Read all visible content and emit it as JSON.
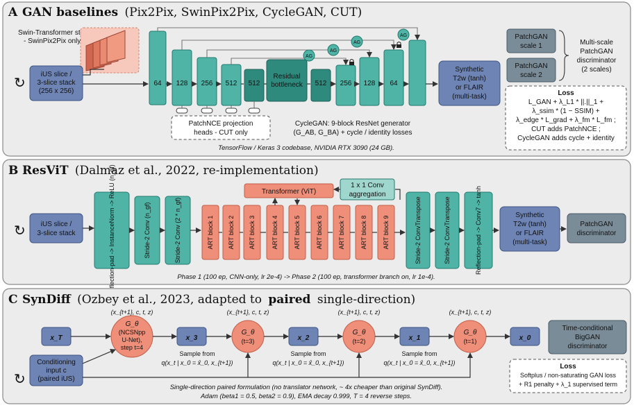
{
  "panel_a": {
    "letter": "A",
    "title_bold": "GAN baselines",
    "title_rest": "(Pix2Pix, SwinPix2Pix, CycleGAN, CUT)",
    "stem_note_1": "Swin-Transformer stem",
    "stem_note_2": "- SwinPix2Pix only",
    "input_lines": [
      "iUS slice /",
      "3-slice stack",
      "(256 x 256)"
    ],
    "unet_blocks": [
      "64",
      "128",
      "256",
      "512",
      "512",
      "512",
      "256",
      "128",
      "64"
    ],
    "bottleneck_lines": [
      "Residual",
      "bottleneck"
    ],
    "ag_label": "AG",
    "output_lines": [
      "Synthetic",
      "T2w (tanh)",
      "or FLAIR",
      "(multi-task)"
    ],
    "patchnce_lines": [
      "PatchNCE projection",
      "heads - CUT only"
    ],
    "cyclegan_lines": [
      "CycleGAN: 9-block ResNet generator",
      "(G_AB, G_BA) + cycle / identity losses"
    ],
    "footer": "TensorFlow / Keras 3 codebase, NVIDIA RTX 3090 (24 GB).",
    "patchgan_1": [
      "PatchGAN",
      "scale 1"
    ],
    "patchgan_2": [
      "PatchGAN",
      "scale 2"
    ],
    "multiscale_lines": [
      "Multi-scale",
      "PatchGAN",
      "discriminator",
      "(2 scales)"
    ],
    "loss_title": "Loss",
    "loss_lines": [
      "L_GAN + λ_L1 * ||.||_1 +",
      "λ_ssim * (1 − SSIM) +",
      "λ_edge * L_grad + λ_fm * L_fm ;",
      "CUT adds PatchNCE ;",
      "CycleGAN adds cycle + identity"
    ]
  },
  "panel_b": {
    "letter": "B",
    "title_bold": "ResViT",
    "title_rest": "(Dalmaz et al., 2022, re-implementation)",
    "input_lines": [
      "iUS slice /",
      "3-slice stack"
    ],
    "enc_blocks": [
      "Reflection-pad -> InstanceNorm -> ReLU (n_gf)",
      "Stride-2 Conv (n_gf)",
      "Stride-2 Conv (2 * n_gf)"
    ],
    "art_blocks": [
      "ART block 1",
      "ART block 2",
      "ART block 3",
      "ART block 4",
      "ART block 5",
      "ART block 6",
      "ART block 7",
      "ART block 8",
      "ART block 9"
    ],
    "transformer_label": "Transformer (ViT)",
    "agg_lines": [
      "1 x 1 Conv",
      "aggregation"
    ],
    "dec_blocks": [
      "Stride-2 ConvTranspose",
      "Stride-2 ConvTranspose",
      "Reflection-pad -> Conv7 -> tanh"
    ],
    "output_lines": [
      "Synthetic",
      "T2w (tanh)",
      "or FLAIR",
      "(multi-task)"
    ],
    "disc_lines": [
      "PatchGAN",
      "discriminator"
    ],
    "footer": "Phase 1 (100 ep, CNN-only, lr 2e-4) -> Phase 2 (100 ep, transformer branch on, lr 1e-4)."
  },
  "panel_c": {
    "letter": "C",
    "title_bold": "SynDiff",
    "title_mid": "(Ozbey et al., 2023, adapted to",
    "title_bold2": "paired",
    "title_end": "single-direction)",
    "state_nodes": [
      "x_T",
      "x_3",
      "x_2",
      "x_1",
      "x_0"
    ],
    "gen_nodes": [
      [
        "G_θ",
        "(NCSNpp",
        "U-Net),",
        "step t=4"
      ],
      [
        "G_θ",
        "(t=3)"
      ],
      [
        "G_θ",
        "(t=2)"
      ],
      [
        "G_θ",
        "(t=1)"
      ]
    ],
    "gen_cond": "(x_{t+1}, c, t, z)",
    "sample_label": "Sample from",
    "sample_formula": "q(x_t | x_0 = x̂_0, x_{t+1})",
    "cond_lines": [
      "Conditioning",
      "input c",
      "(paired iUS)"
    ],
    "disc_lines": [
      "Time-conditional",
      "BigGAN",
      "discriminator"
    ],
    "loss_title": "Loss",
    "loss_lines": [
      "Softplus / non-saturating GAN loss",
      "+ R1 penalty + λ_1 supervised term"
    ],
    "footer_1": "Single-direction paired formulation (no translator network, ~ 4x cheaper than original SynDiff).",
    "footer_2": "Adam (beta1 = 0.5, beta2 = 0.9), EMA decay 0.999, T = 4 reverse steps."
  },
  "colors": {
    "slate": "#6d84b4",
    "teal": "#4fb3a6",
    "salmon": "#ef8f79",
    "gray": "#7a8c98"
  }
}
